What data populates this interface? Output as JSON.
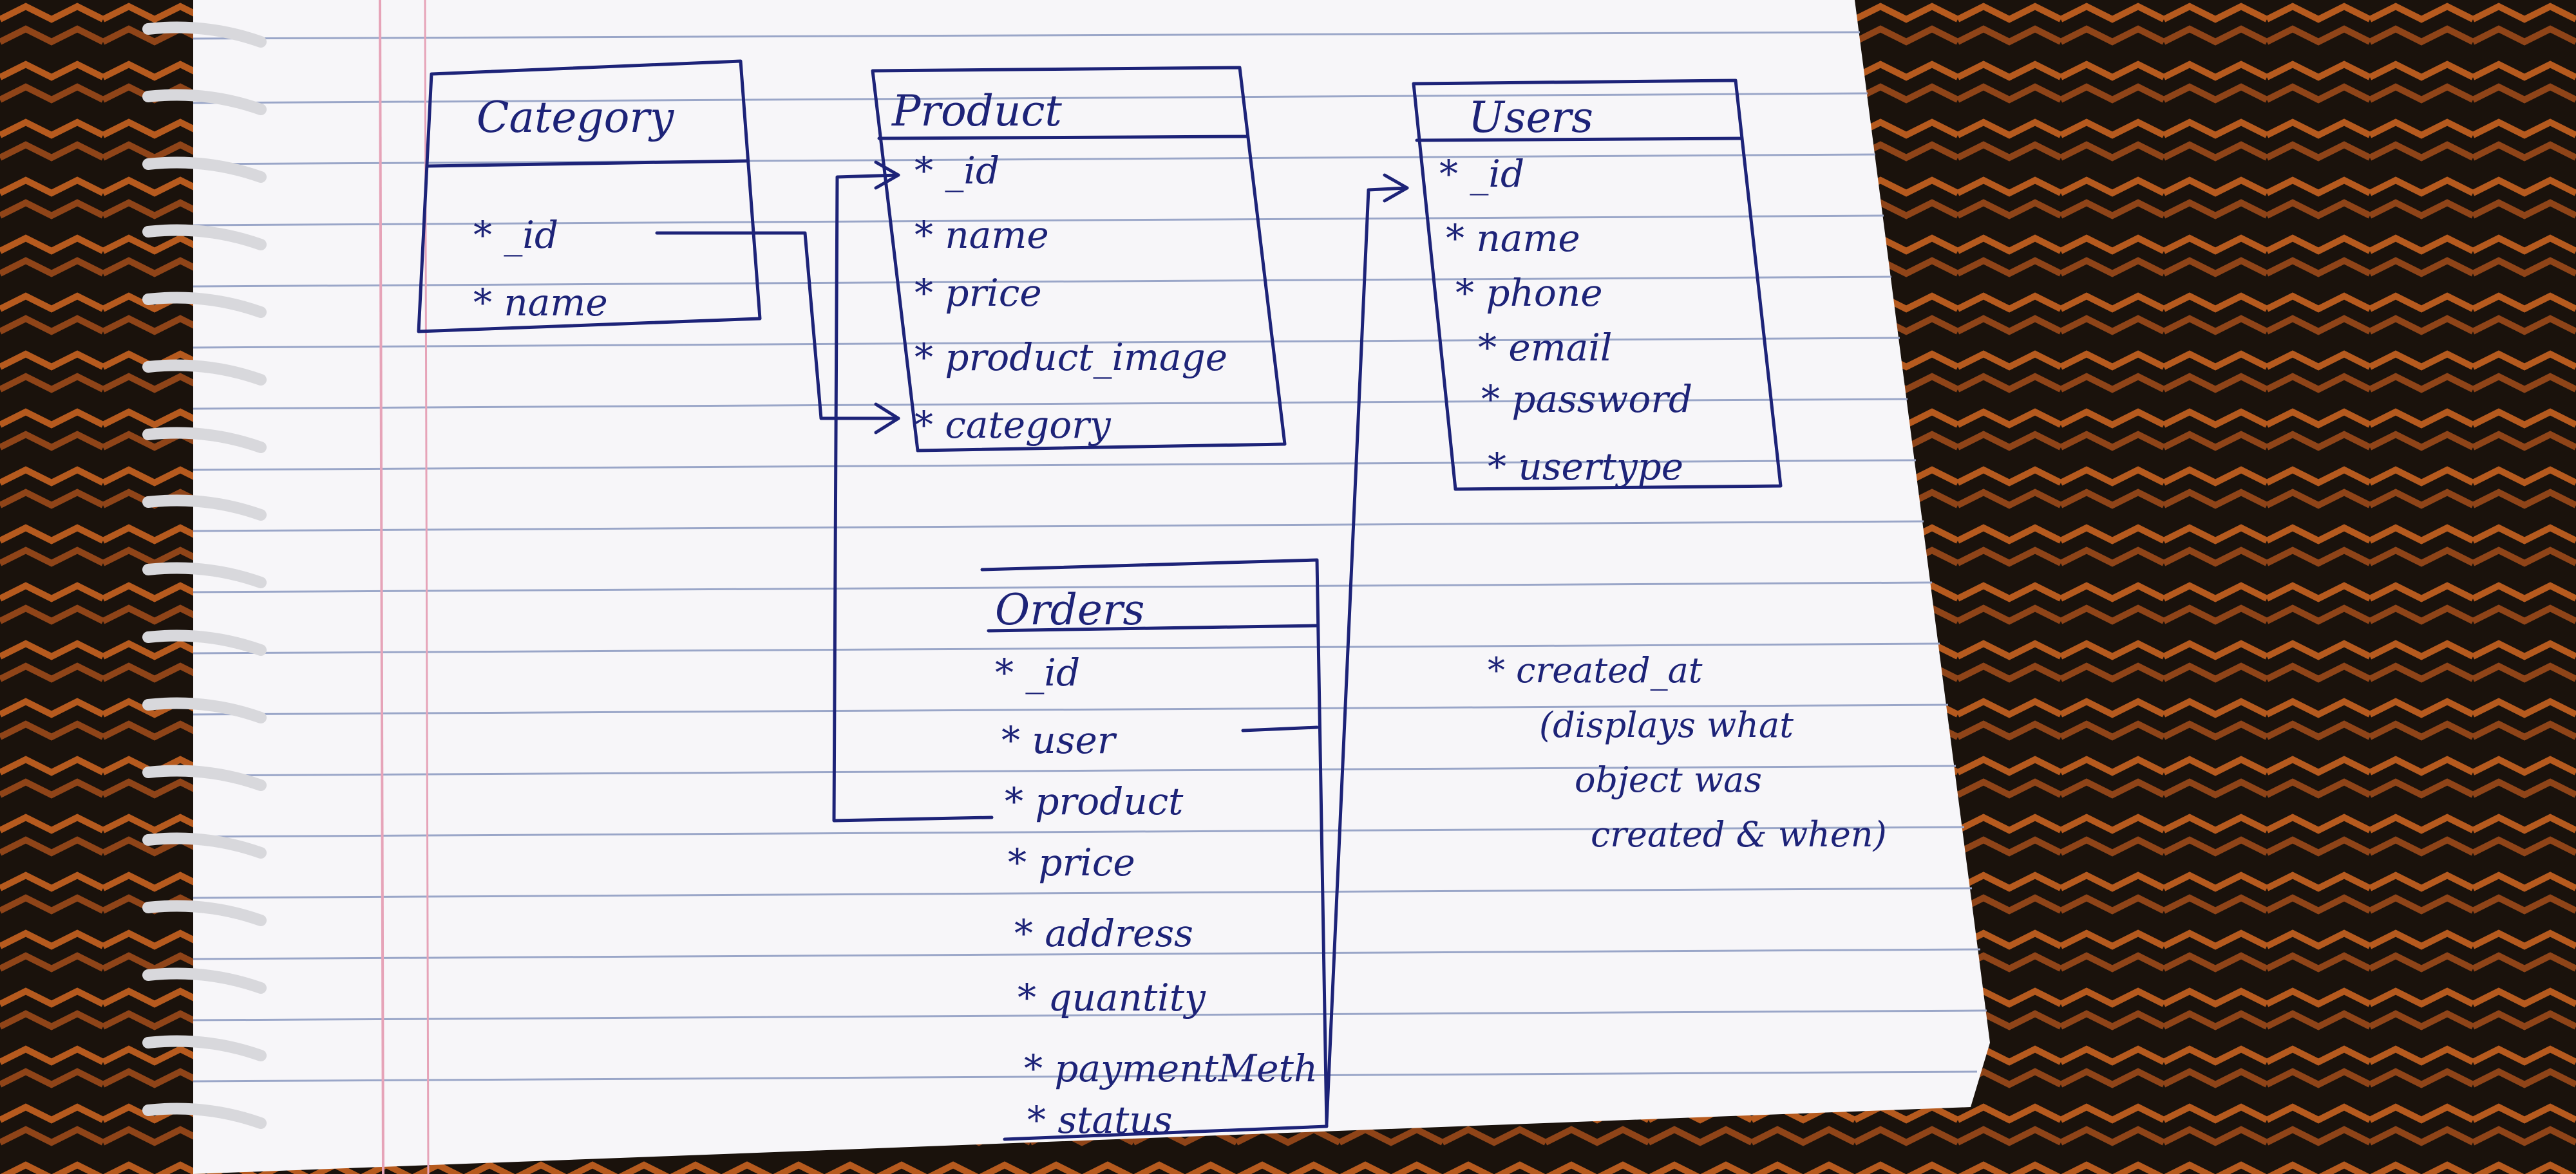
{
  "diagram": {
    "entities": [
      {
        "key": "category",
        "title": "Category",
        "fields": [
          "* _id",
          "* name"
        ]
      },
      {
        "key": "product",
        "title": "Product",
        "fields": [
          "* _id",
          "* name",
          "* price",
          "* product_image",
          "* category"
        ]
      },
      {
        "key": "users",
        "title": "Users",
        "fields": [
          "* _id",
          "* name",
          "* phone",
          "* email",
          "* password",
          "* usertype"
        ]
      },
      {
        "key": "orders",
        "title": "Orders",
        "fields": [
          "* _id",
          "* user",
          "* product",
          "* price",
          "* address",
          "* quantity",
          "* paymentMeth",
          "* status"
        ]
      }
    ],
    "note": [
      "* created_at",
      "(displays what",
      "object was",
      "created & when)"
    ]
  },
  "colors": {
    "ink": "#1d2378",
    "paper": "#f7f6f9",
    "rule": "#9aa6c8",
    "margin": "#e6a3b8",
    "fabric_dark": "#1a120c",
    "fabric_orange": "#b65a1e"
  }
}
